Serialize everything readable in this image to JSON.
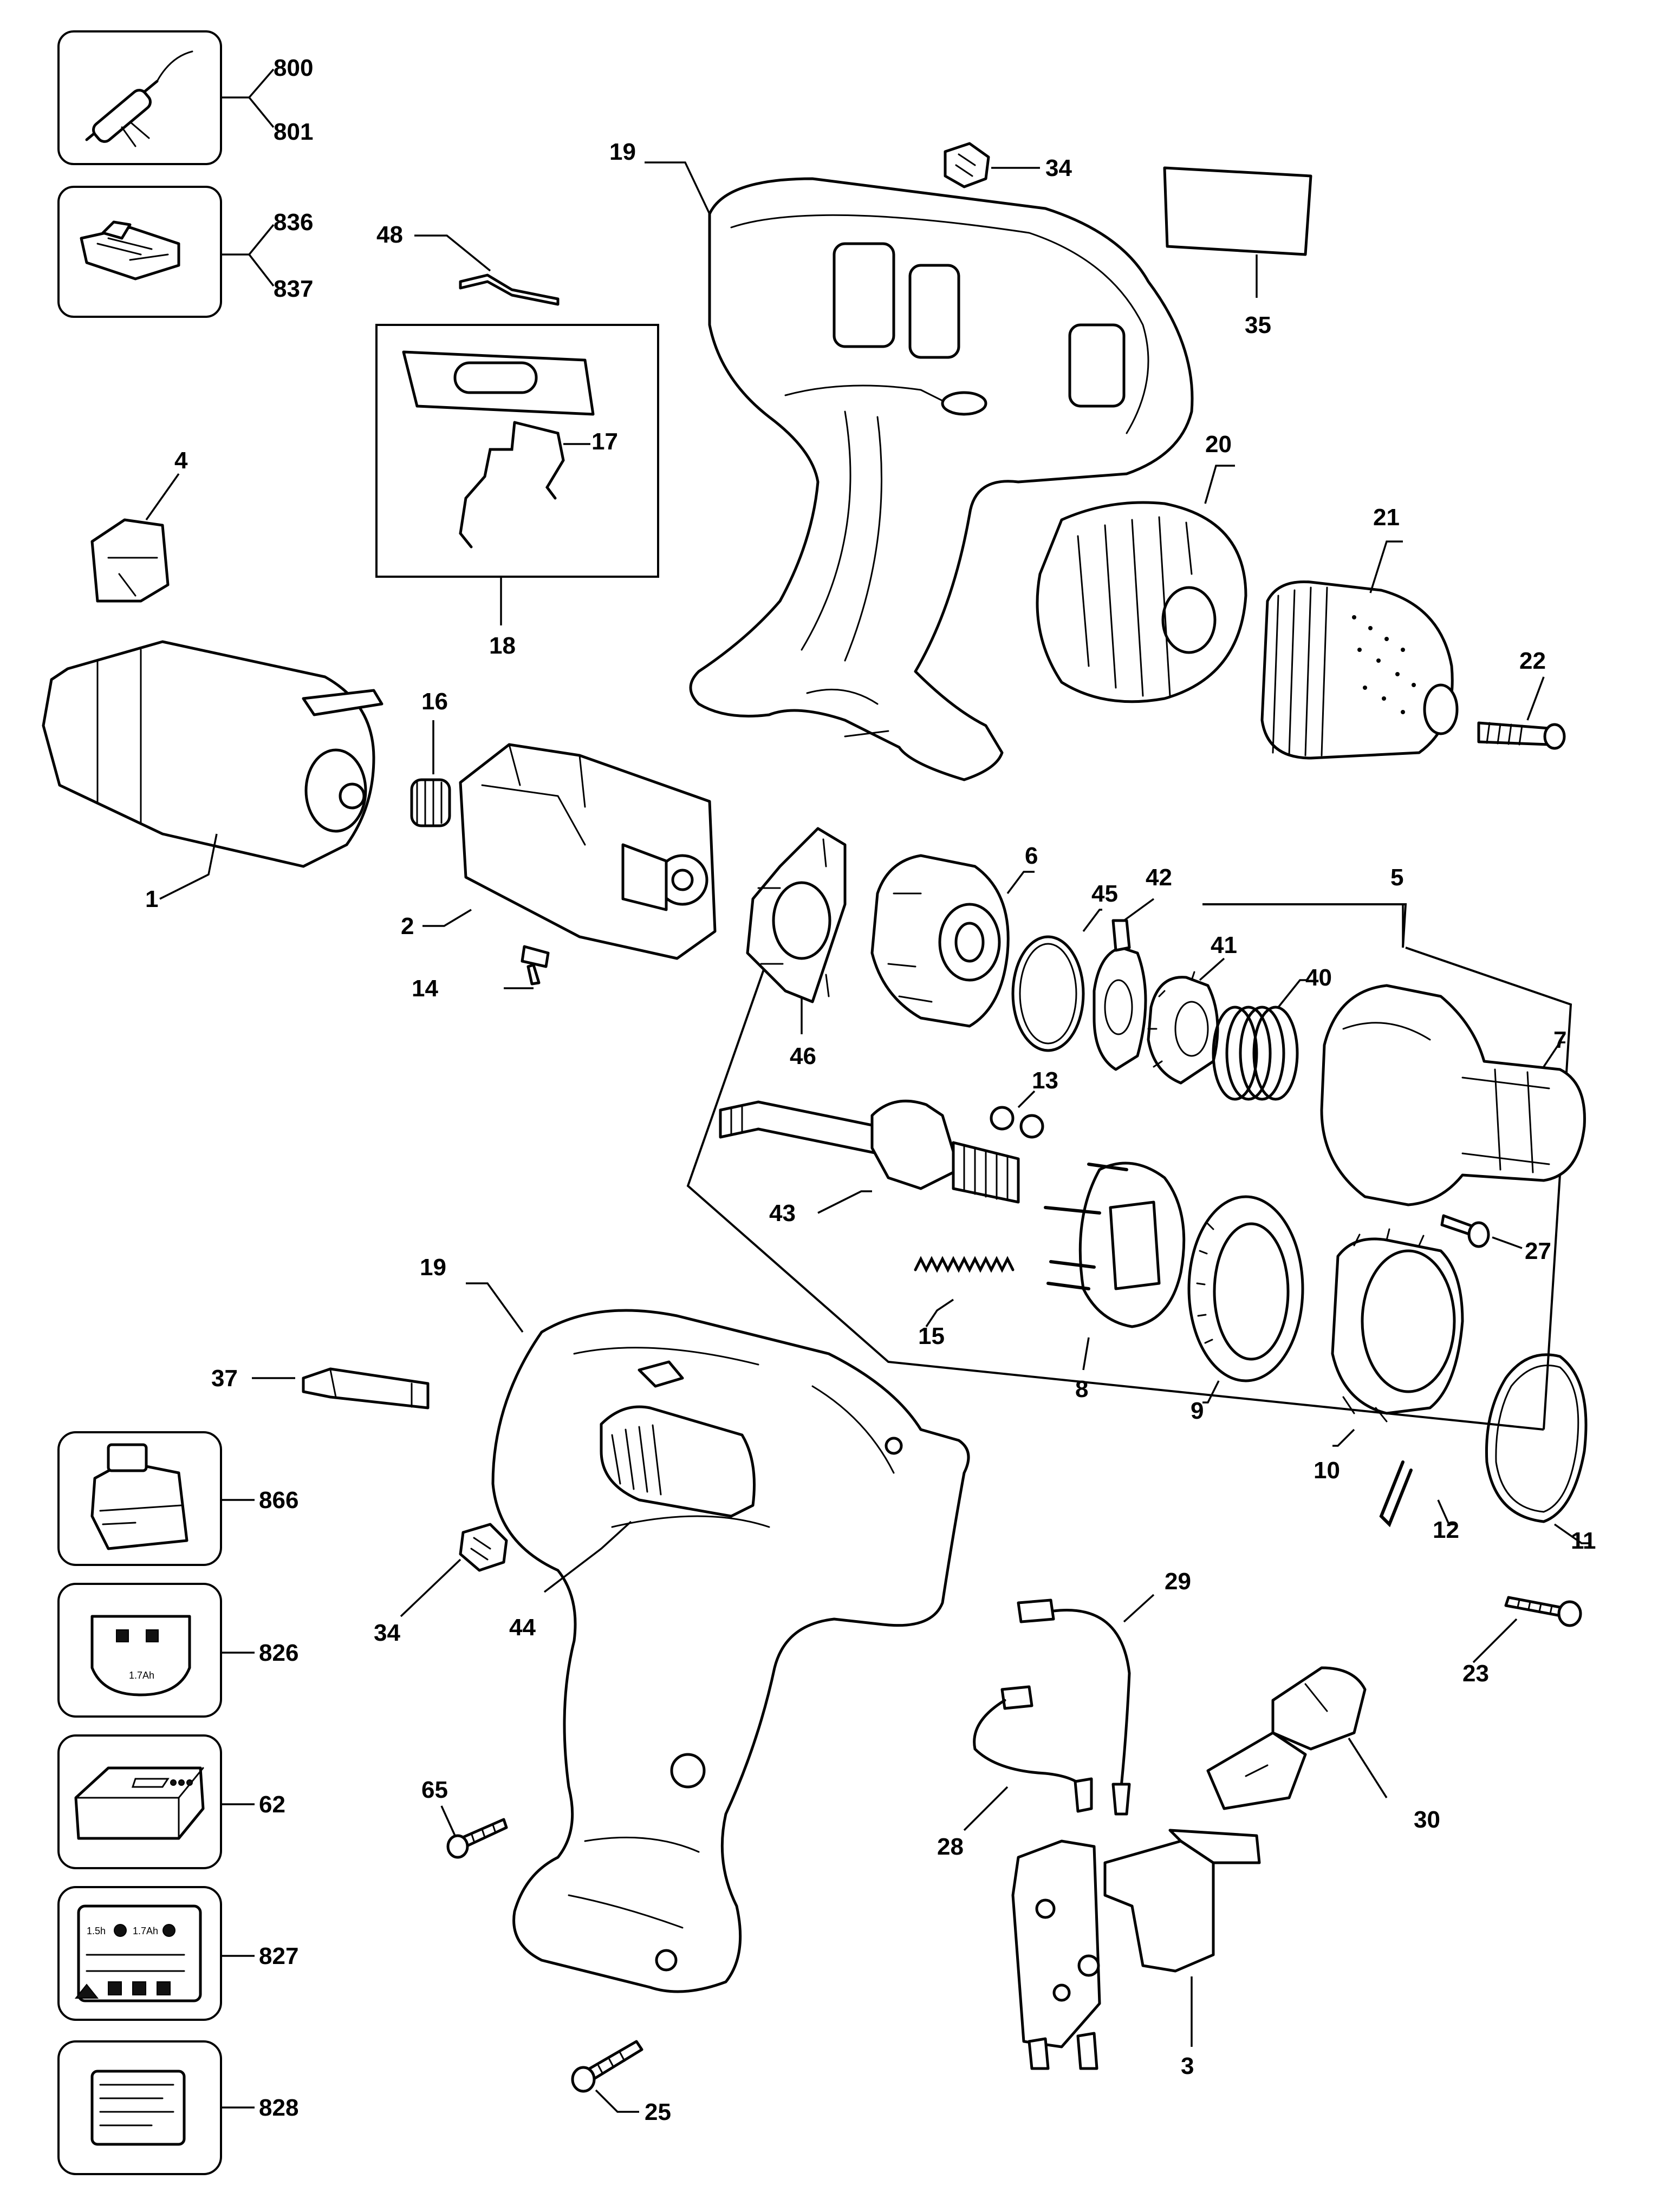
{
  "accessory_labels": {
    "a800": "800",
    "a801": "801",
    "a836": "836",
    "a837": "837",
    "a866": "866",
    "a826": "826",
    "a62": "62",
    "a827": "827",
    "a828": "828"
  },
  "part_labels": {
    "p1": "1",
    "p2": "2",
    "p3": "3",
    "p4": "4",
    "p5": "5",
    "p6": "6",
    "p7": "7",
    "p8": "8",
    "p9": "9",
    "p10": "10",
    "p11": "11",
    "p12": "12",
    "p13": "13",
    "p14": "14",
    "p15": "15",
    "p16": "16",
    "p17": "17",
    "p18": "18",
    "p19_top": "19",
    "p19_bottom": "19",
    "p20": "20",
    "p21": "21",
    "p22": "22",
    "p23": "23",
    "p25": "25",
    "p27": "27",
    "p28": "28",
    "p29": "29",
    "p30": "30",
    "p34_top": "34",
    "p34_bottom": "34",
    "p35": "35",
    "p37": "37",
    "p40": "40",
    "p41": "41",
    "p42": "42",
    "p43": "43",
    "p44": "44",
    "p45": "45",
    "p46": "46",
    "p48": "48",
    "p65": "65"
  },
  "inset_text": {
    "battery_label_small": "1.7Ah",
    "charger_label_left": "1.5h",
    "charger_label_right": "1.7Ah"
  }
}
